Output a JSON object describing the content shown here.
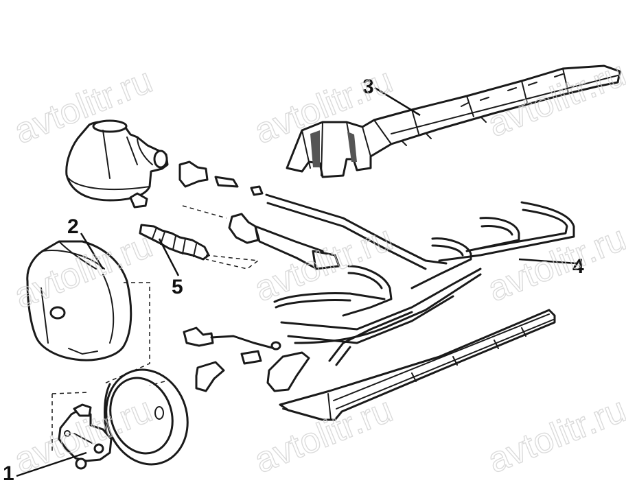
{
  "watermark": "avtolitr.ru",
  "callouts": [
    {
      "id": "1",
      "label": "1"
    },
    {
      "id": "2",
      "label": "2"
    },
    {
      "id": "3",
      "label": "3"
    },
    {
      "id": "4",
      "label": "4"
    },
    {
      "id": "5",
      "label": "5"
    }
  ]
}
